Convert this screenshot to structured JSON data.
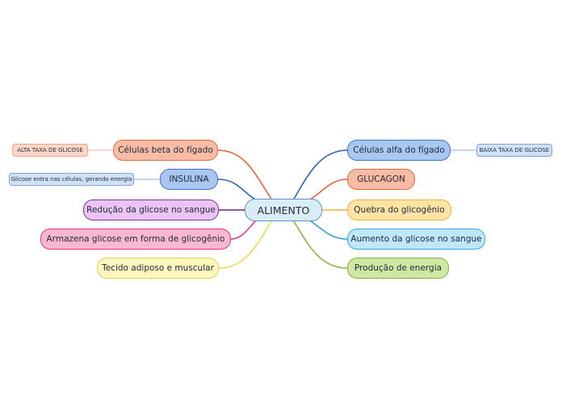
{
  "center": {
    "label": "ALIMENTO",
    "fill": "#d9ecf7",
    "border": "#5b95c9"
  },
  "left_branches": [
    {
      "label": "Células beta do fígado",
      "fill": "#f8bca6",
      "border": "#e26a3e",
      "line": "#e8653a"
    },
    {
      "label": "INSULINA",
      "fill": "#a9c8f1",
      "border": "#3d74c4",
      "line": "#2b63b8"
    },
    {
      "label": "Redução da glicose no sangue",
      "fill": "#ebc3f4",
      "border": "#7a3b8f",
      "line": "#5b2a78"
    },
    {
      "label": "Armazena glicose em forma de glicogênio",
      "fill": "#f9b8d2",
      "border": "#e0337a",
      "line": "#e23a7d"
    },
    {
      "label": "Tecido adiposo e muscular",
      "fill": "#fdf6bf",
      "border": "#e4d24f",
      "line": "#eedb4a"
    }
  ],
  "right_branches": [
    {
      "label": "Células alfa do fígado",
      "fill": "#a9c8f1",
      "border": "#3d74c4",
      "line": "#2b63b8"
    },
    {
      "label": "GLUCAGON",
      "fill": "#f8bca6",
      "border": "#e26a3e",
      "line": "#e8653a"
    },
    {
      "label": "Quebra do glicogênio",
      "fill": "#fde3a6",
      "border": "#f0b43a",
      "line": "#f0b43a"
    },
    {
      "label": "Aumento da glicose no sangue",
      "fill": "#bfe7fb",
      "border": "#3aa8e0",
      "line": "#2fa0dc"
    },
    {
      "label": "Produção de energia",
      "fill": "#cfe9a4",
      "border": "#7fb23b",
      "line": "#8ab63e"
    }
  ],
  "leaves": [
    {
      "label": "ALTA TAXA DE GLICOSE",
      "fill": "#fbd6c8",
      "border": "#f0a48a",
      "line": "#f4b29c"
    },
    {
      "label": "Glicose entra nas células, gerando energia",
      "fill": "#cfe0f7",
      "border": "#7ea3d8",
      "line": "#8fb0de"
    },
    {
      "label": "BAIXA TAXA DE GLICOSE",
      "fill": "#cfe0f7",
      "border": "#7ea3d8",
      "line": "#8fb0de"
    }
  ]
}
